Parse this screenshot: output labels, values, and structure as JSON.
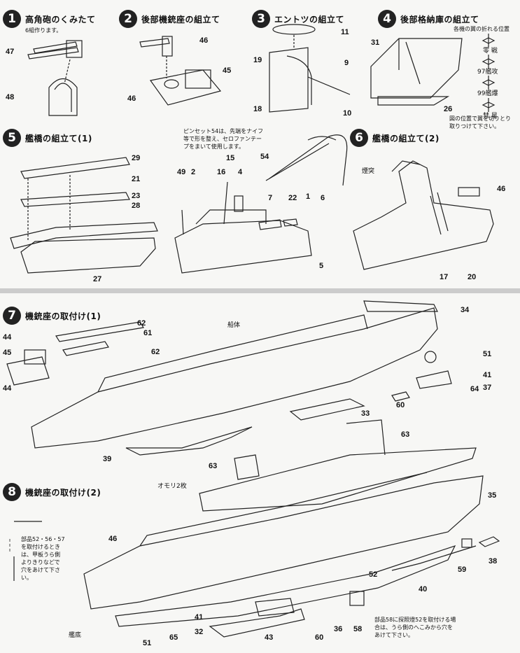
{
  "steps": [
    {
      "num": "1",
      "title": "高角砲のくみたて",
      "note": "6組作ります。"
    },
    {
      "num": "2",
      "title": "後部機銃座の組立て"
    },
    {
      "num": "3",
      "title": "エントツの組立て"
    },
    {
      "num": "4",
      "title": "後部格納庫の組立て",
      "note": "各機の翼の折れる位置"
    },
    {
      "num": "5",
      "title": "艦橋の組立て(1)"
    },
    {
      "num": "6",
      "title": "艦橋の組立て(2)"
    },
    {
      "num": "7",
      "title": "機銃座の取付け(1)"
    },
    {
      "num": "8",
      "title": "機銃座の取付け(2)"
    }
  ],
  "notes": {
    "tweezers": "ピンセット54は、先端をナイフ\n等で形を整え、セロファンテー\nプをまいて使用します。",
    "wing_fold": "図の位置で翼を切りとり\n取りつけて下さい。",
    "part_52_56_57": "部品52・56・57\nを取付けるとき\nは、甲板うら側\nよりきりなどで\n穴をあけて下さ\nい。",
    "part_58": "部品58に探照燈52を取付ける場\n合は、うら側のへこみから穴を\nあけて下さい。",
    "hull": "船体",
    "funnel": "煙突",
    "weights": "オモリ2枚",
    "bottom": "艦底"
  },
  "planes": [
    "零 戦",
    "97艦攻",
    "99艦爆",
    "彗 星"
  ],
  "part_numbers": {
    "s1": [
      "47",
      "48"
    ],
    "s2": [
      "46",
      "45",
      "46"
    ],
    "s3": [
      "11",
      "19",
      "9",
      "18",
      "10"
    ],
    "s4": [
      "31",
      "26"
    ],
    "s5a": [
      "29",
      "21",
      "23",
      "28",
      "27"
    ],
    "s5b": [
      "15",
      "49",
      "2",
      "16",
      "4",
      "7",
      "22",
      "1",
      "6",
      "54",
      "5"
    ],
    "s6": [
      "46",
      "17",
      "20"
    ],
    "s7": [
      "62",
      "61",
      "62",
      "44",
      "45",
      "44",
      "34",
      "51",
      "41",
      "37",
      "64",
      "60",
      "33",
      "39",
      "63"
    ],
    "s8": [
      "63",
      "35",
      "46",
      "59",
      "38",
      "52",
      "40",
      "41",
      "32",
      "65",
      "43",
      "60",
      "36",
      "58",
      "51"
    ]
  }
}
